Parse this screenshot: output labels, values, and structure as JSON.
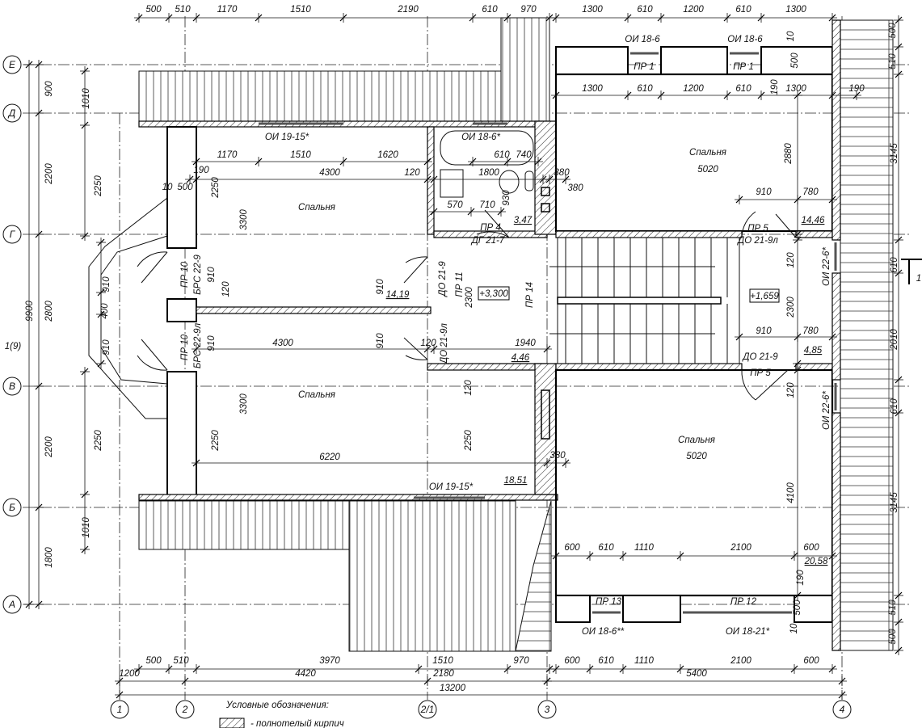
{
  "axes": {
    "vertical": [
      "1",
      "2",
      "2/1",
      "3",
      "4"
    ],
    "horizontal": [
      "Е",
      "Д",
      "Г",
      "В",
      "Б",
      "А"
    ]
  },
  "top_outer": [
    "500",
    "510",
    "1170",
    "1510",
    "2190",
    "610",
    "970",
    "1300",
    "610",
    "1200",
    "610",
    "1300"
  ],
  "top_right_inner": [
    "1300",
    "610",
    "1200",
    "610",
    "190",
    "1300",
    "190",
    "10",
    "500",
    "500",
    "510"
  ],
  "windows_top": [
    "ОИ 18-6",
    "ОИ 18-6",
    "ПР 1",
    "ПР 1"
  ],
  "left_room_top": [
    "ОИ 19-15*",
    "1170",
    "1510",
    "1620",
    "4300",
    "120",
    "190",
    "10",
    "500",
    "2250",
    "3300",
    "Спальня"
  ],
  "bathroom": [
    "ОИ 18-6*",
    "610",
    "740",
    "1800",
    "380",
    "570",
    "710",
    "930",
    "3,47",
    "ПР 4",
    "ДГ 21-7"
  ],
  "left_dims": [
    "900",
    "1010",
    "2200",
    "2250",
    "2800",
    "9900",
    "910",
    "400",
    "910",
    "2200",
    "2250",
    "1800",
    "1010",
    "1(9)"
  ],
  "middle": [
    "ПР 10",
    "БРС 22-9",
    "910",
    "ПР 10",
    "БРС 22-9л",
    "910",
    "120",
    "910",
    "14,19",
    "910",
    "4300",
    "120",
    "ДО 21-9",
    "ДО 21-9л",
    "ПР 11",
    "2300",
    "+3,300",
    "ПР 14",
    "1940",
    "4,46"
  ],
  "left_room_bottom": [
    "Спальня",
    "3300",
    "2250",
    "2250",
    "120",
    "6220",
    "380",
    "18,51",
    "ОИ 19-15*"
  ],
  "right_rooms": [
    "Спальня",
    "5020",
    "2880",
    "380",
    "910",
    "780",
    "14,46",
    "ПР 5",
    "ДО 21-9л",
    "120",
    "ОИ 22-6*",
    "610",
    "+1,659",
    "2300",
    "910",
    "780",
    "4,85",
    "ДО 21-9",
    "ПР 5",
    "120",
    "ОИ 22-6*",
    "2010",
    "610",
    "3145",
    "3145",
    "Спальня",
    "5020",
    "4100",
    "1"
  ],
  "bottom_right": [
    "600",
    "610",
    "1110",
    "2100",
    "600",
    "20,58",
    "190",
    "ПР 13",
    "ПР 12",
    "500",
    "10",
    "ОИ 18-6**",
    "ОИ 18-21*",
    "510",
    "500",
    "600",
    "610",
    "1110",
    "2100",
    "600",
    "5400"
  ],
  "bottom_left": [
    "500",
    "510",
    "3970",
    "1510",
    "970",
    "1200",
    "4420",
    "2180",
    "13200"
  ],
  "legend": {
    "title": "Условные обозначения:",
    "item": "- полнотелый кирпич"
  }
}
